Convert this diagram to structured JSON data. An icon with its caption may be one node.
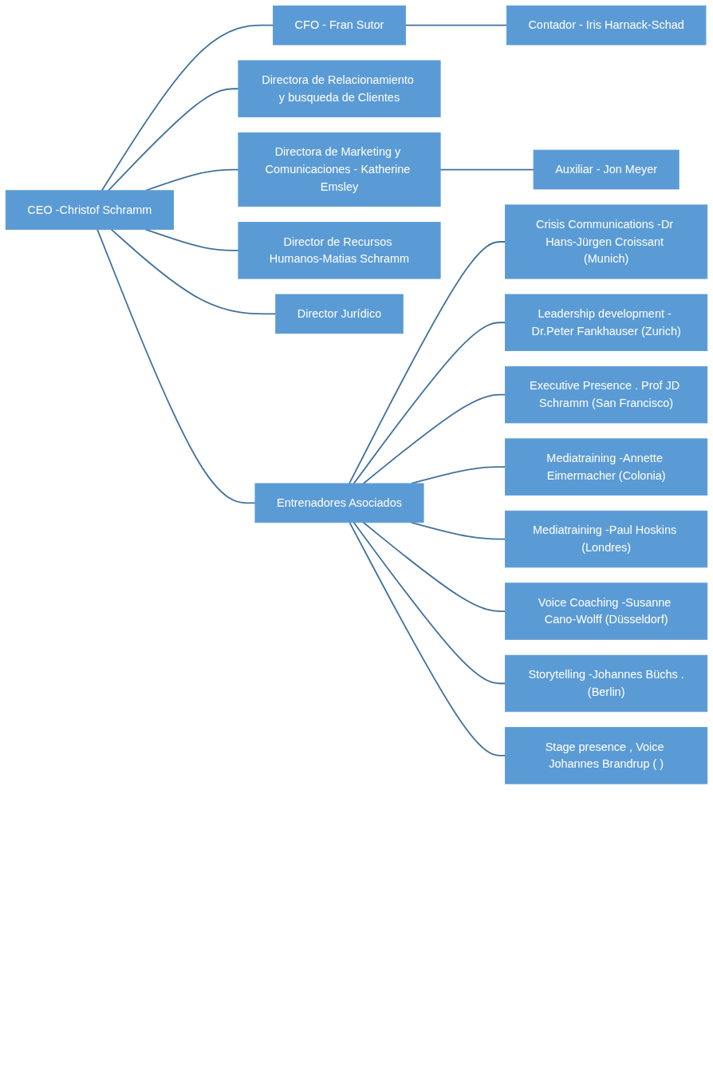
{
  "diagram": {
    "nodes": [
      {
        "text": [
          "CEO -Christof Schramm"
        ]
      },
      {
        "text": [
          "CFO - Fran Sutor"
        ]
      },
      {
        "text": [
          "Contador - Iris Harnack-Schad"
        ]
      },
      {
        "text": [
          "Directora de Relacionamiento y busqueda de Clientes"
        ]
      },
      {
        "text": [
          "Directora de Marketing y Comunicaciones - Katherine Emsley"
        ]
      },
      {
        "text": [
          "Auxiliar - Jon Meyer"
        ]
      },
      {
        "text": [
          "Director de Recursos Humanos-Matias Schramm"
        ]
      },
      {
        "text": [
          "Director Jurídico"
        ]
      },
      {
        "text": [
          "Entrenadores Asociados"
        ]
      },
      {
        "text": [
          "Crisis Communications -Dr Hans-Jürgen Croissant (Munich)"
        ]
      },
      {
        "text": [
          "Leadership development - Dr.Peter Fankhauser (Zurich)"
        ]
      },
      {
        "text": [
          "Executive Presence . Prof JD Schramm (San Francisco)"
        ]
      },
      {
        "text": [
          "Mediatraining -Annette Eimermacher (Colonia)"
        ]
      },
      {
        "text": [
          "Mediatraining -Paul Hoskins (Londres)"
        ]
      },
      {
        "text": [
          "Voice Coaching -Susanne Cano-Wolff (Düsseldorf)"
        ]
      },
      {
        "text": [
          "Storytelling -Johannes Büchs .(Berlin)"
        ]
      },
      {
        "text": [
          "Stage presence , Voice Johannes Brandrup ( )"
        ]
      }
    ],
    "edges": [
      {
        "from": 0,
        "to": 1,
        "arrow": "none"
      },
      {
        "from": 0,
        "to": 3,
        "arrow": "none"
      },
      {
        "from": 0,
        "to": 4,
        "arrow": "none"
      },
      {
        "from": 0,
        "to": 6,
        "arrow": "none"
      },
      {
        "from": 0,
        "to": 7,
        "arrow": "none"
      },
      {
        "from": 0,
        "to": 8,
        "arrow": "none"
      },
      {
        "from": 1,
        "to": 2,
        "arrow": "none"
      },
      {
        "from": 4,
        "to": 5,
        "arrow": "none"
      },
      {
        "from": 8,
        "to": 9,
        "arrow": "none"
      },
      {
        "from": 8,
        "to": 10,
        "arrow": "none"
      },
      {
        "from": 8,
        "to": 11,
        "arrow": "none"
      },
      {
        "from": 8,
        "to": 12,
        "arrow": "none"
      },
      {
        "from": 8,
        "to": 13,
        "arrow": "none"
      },
      {
        "from": 8,
        "to": 14,
        "arrow": "none"
      },
      {
        "from": 8,
        "to": 15,
        "arrow": "none"
      },
      {
        "from": 8,
        "to": 16,
        "arrow": "none"
      }
    ]
  }
}
